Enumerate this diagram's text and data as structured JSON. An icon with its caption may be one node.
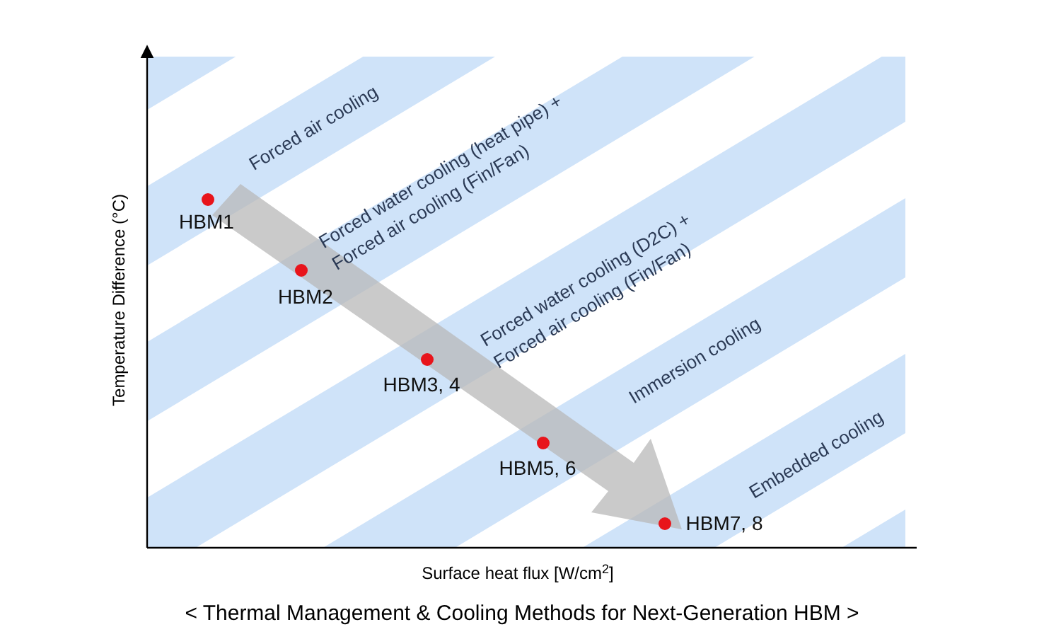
{
  "diagram": {
    "caption": "< Thermal Management & Cooling Methods for Next-Generation HBM >",
    "labels": [
      "Forced air cooling",
      "Forced water cooling (heat pipe) + Forced air cooling (Fin/Fan)",
      "HBM1",
      "HBM2",
      "Forced water cooling (D2C) + Forced air cooling (Fin/Fan)",
      "Immersion cooling",
      "HBM3, 4",
      "HBM5, 6",
      "Embedded cooling",
      "HBM7, 8",
      "Temperature Difference (°C)",
      "Surface heat flux [W/cm$^{2}$]"
    ]
  }
}
